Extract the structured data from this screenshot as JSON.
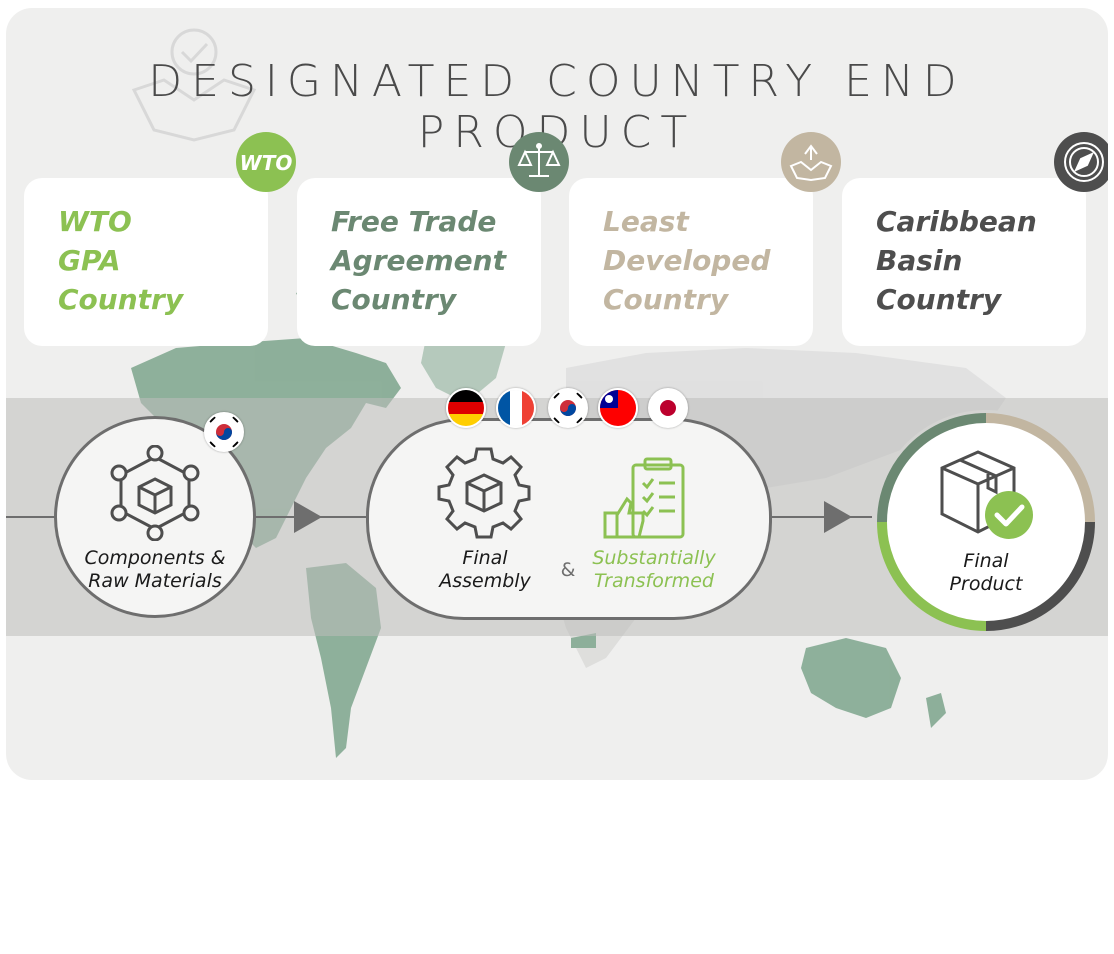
{
  "title": "DESIGNATED COUNTRY END PRODUCT",
  "cards": [
    {
      "label": "WTO\nGPA\nCountry",
      "color": "#8cc152",
      "badge": "wto-logo-icon",
      "badge_text": "WTO"
    },
    {
      "label": "Free Trade\nAgreement\nCountry",
      "color": "#6b8872",
      "badge": "scales-icon"
    },
    {
      "label": "Least\nDeveloped\nCountry",
      "color": "#c2b6a1",
      "badge": "handshake-icon"
    },
    {
      "label": "Caribbean\nBasin\nCountry",
      "color": "#4e4e4e",
      "badge": "compass-icon"
    }
  ],
  "flow": {
    "components": "Components &\nRaw Materials",
    "assembly": "Final\nAssembly",
    "ampersand": "&",
    "transformed": "Substantially\nTransformed",
    "final_product": "Final\nProduct"
  },
  "flags": [
    "germany-flag",
    "france-flag",
    "south-korea-flag",
    "taiwan-flag",
    "japan-flag"
  ],
  "colors": {
    "green": "#8cc152",
    "sage": "#6b8872",
    "taupe": "#c2b6a1",
    "charcoal": "#4e4e4e",
    "map": "#6f9a80"
  }
}
